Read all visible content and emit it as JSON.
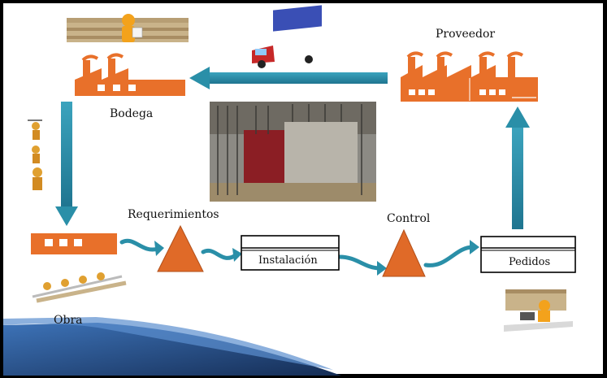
{
  "labels": {
    "proveedor": "Proveedor",
    "bodega": "Bodega",
    "requerimientos": "Requerimientos",
    "control": "Control",
    "obra": "Obra",
    "instalacion": "Instalación",
    "pedidos": "Pedidos"
  },
  "colors": {
    "factory": "#e8702a",
    "arrow": "#2a8fa8",
    "triangle": "#e06a28",
    "swoosh_dark": "#1d3f73",
    "swoosh_light": "#3d73b8"
  },
  "icons": [
    "truck-icon",
    "factory-icon",
    "worker-icon",
    "construction-photo",
    "worker-laptop-icon",
    "building-block-icon"
  ]
}
